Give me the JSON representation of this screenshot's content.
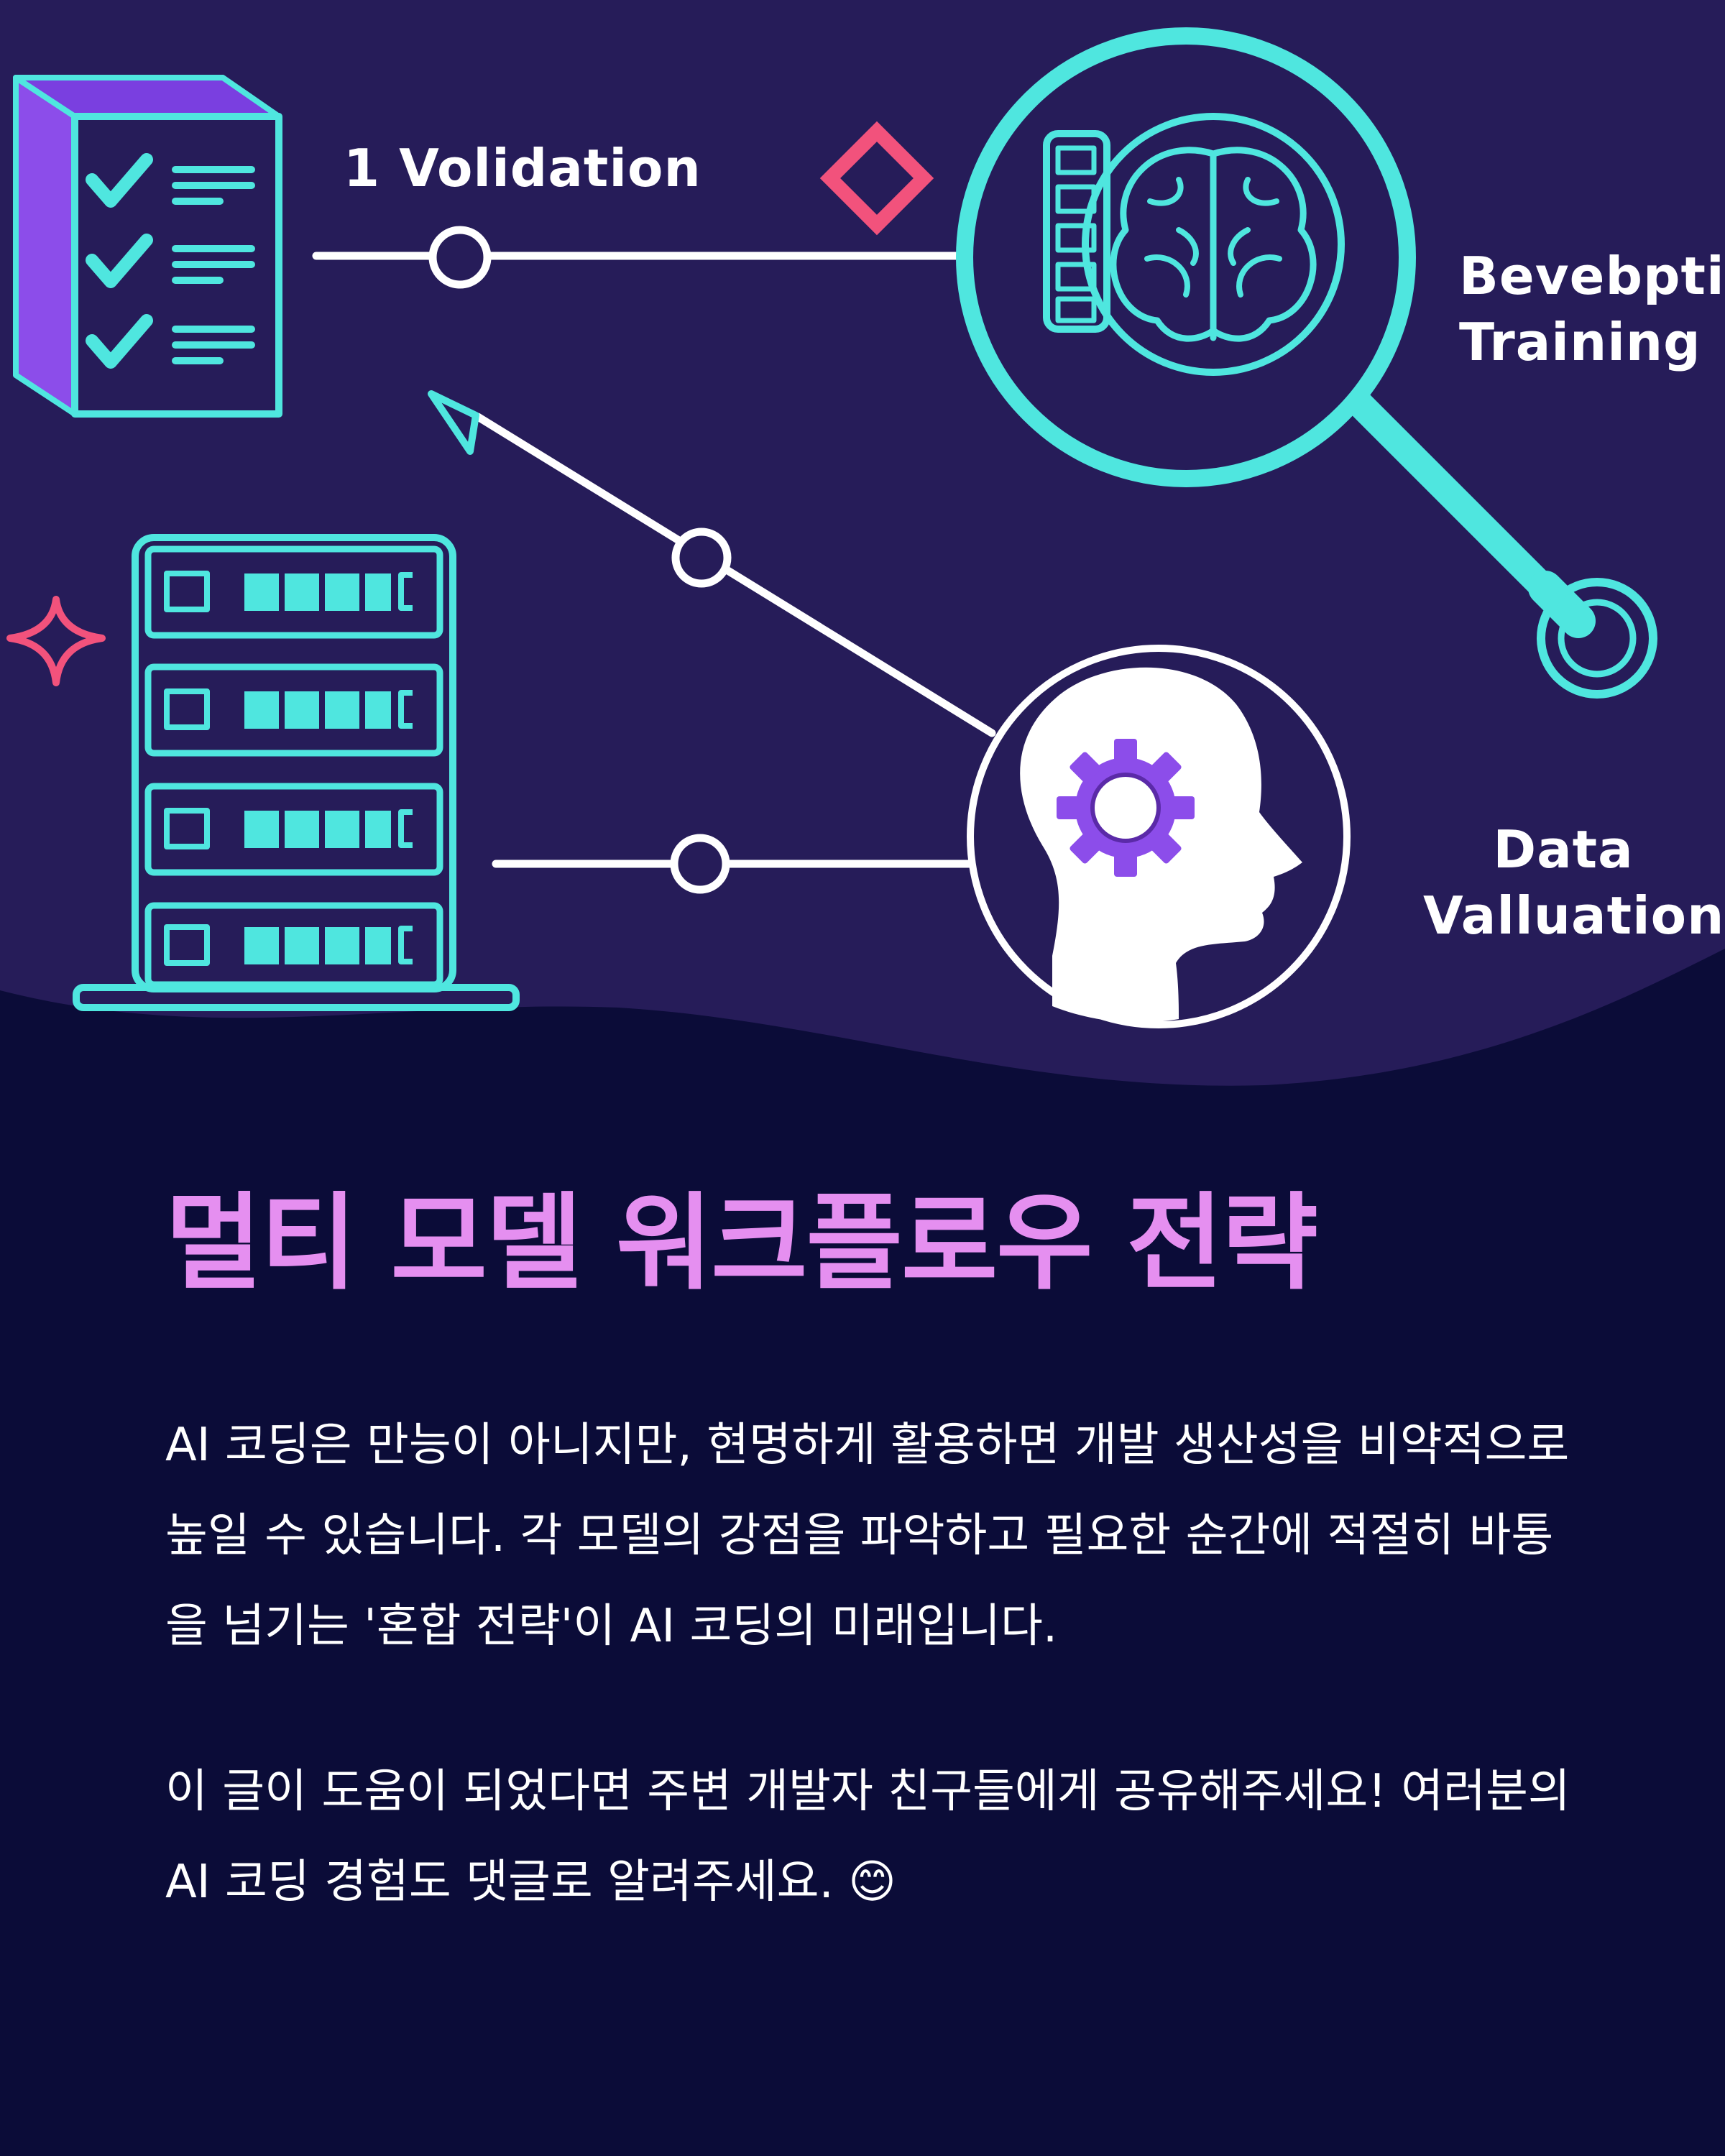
{
  "illustration": {
    "labels": {
      "validation": "1 Volidation",
      "training": "Bevebptin\nTraining",
      "data": "Data\nValluation"
    },
    "icons": [
      "checklist-icon",
      "magnifier-brain-icon",
      "server-rack-icon",
      "head-gear-icon",
      "diamond-icon",
      "sparkle-icon"
    ],
    "colors": {
      "top_background": "#261c59",
      "bottom_background": "#0b0c38",
      "cyan": "#4fe6df",
      "purple": "#8c4dea",
      "pink": "#f2527c",
      "white": "#ffffff"
    }
  },
  "content": {
    "title": "멀티 모델 워크플로우 전략",
    "paragraphs": [
      "AI 코딩은 만능이 아니지만, 현명하게 활용하면 개발 생산성을 비약적으로 높일 수 있습니다. 각 모델의 강점을 파악하고 필요한 순간에 적절히 바통을 넘기는 '혼합 전략'이 AI 코딩의 미래입니다.",
      "이 글이 도움이 되었다면 주변 개발자 친구들에게 공유해주세요! 여러분의 AI 코딩 경험도 댓글로 알려주세요. 😊"
    ],
    "title_color": "#e58ff0",
    "text_color": "#ffffff"
  }
}
